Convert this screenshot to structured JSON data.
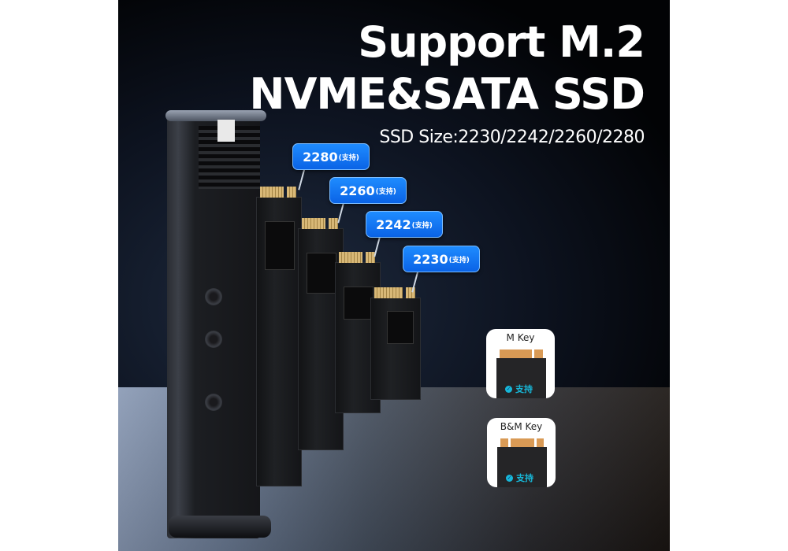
{
  "headline": {
    "line1": "Support M.2",
    "line2": "NVME&SATA SSD",
    "subtitle": "SSD Size:2230/2242/2260/2280"
  },
  "callouts": [
    {
      "size": "2280",
      "note": "(支持)"
    },
    {
      "size": "2260",
      "note": "(支持)"
    },
    {
      "size": "2242",
      "note": "(支持)"
    },
    {
      "size": "2230",
      "note": "(支持)"
    }
  ],
  "key_cards": [
    {
      "label": "M Key",
      "support_text": "支持",
      "icon": "check-circle-icon"
    },
    {
      "label": "B&M Key",
      "support_text": "支持",
      "icon": "check-circle-icon"
    }
  ],
  "colors": {
    "callout_blue": "#0a63e6",
    "support_cyan": "#17b8d9",
    "gold_contacts": "#d99a55"
  }
}
